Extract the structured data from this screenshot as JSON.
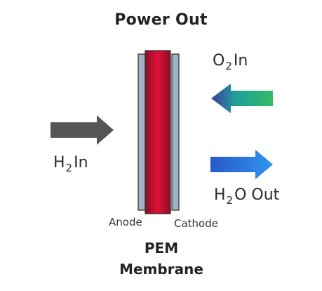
{
  "title": "Power Out",
  "labels": {
    "o2_in": {
      "main": "O",
      "sub": "2",
      "rest": "In"
    },
    "h2_in": {
      "main": "H",
      "sub": "2",
      "rest": "In"
    },
    "h2o_out": {
      "main": "H",
      "sub": "2",
      "rest": "O Out"
    },
    "anode": "Anode",
    "cathode": "Cathode",
    "membrane_line1": "PEM",
    "membrane_line2": "Membrane"
  },
  "colors": {
    "membrane_core": "#e0103a",
    "membrane_edge": "#8a0f25",
    "electrode_fill": "#9fb3c4",
    "electrode_stroke": "#2b2b2b",
    "h2_arrow": "#555555",
    "o2_arrow_start": "#3c3fa0",
    "o2_arrow_mid": "#1f9f9a",
    "o2_arrow_end": "#33bb66",
    "h2o_arrow_start": "#2a58c9",
    "h2o_arrow_end": "#2f95ee"
  },
  "icons": {
    "h2_arrow": "arrow-right-icon",
    "o2_arrow": "arrow-left-icon",
    "h2o_arrow": "arrow-right-icon"
  }
}
